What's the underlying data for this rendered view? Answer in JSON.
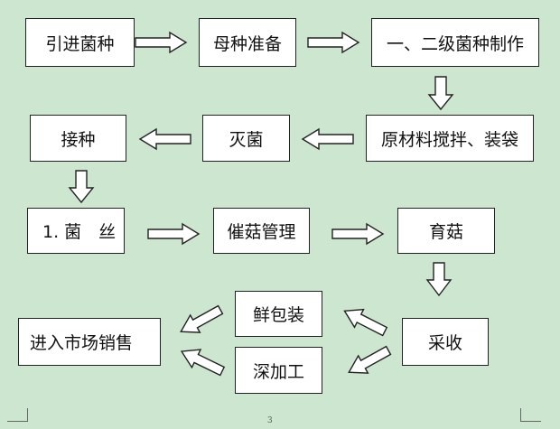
{
  "diagram": {
    "nodes": {
      "intro_strain": "引进菌种",
      "mother_strain": "母种准备",
      "strain_production": "一、二级菌种制作",
      "mix_bag": "原材料搅拌、装袋",
      "sterilize": "灭菌",
      "inoculate": "接种",
      "mycelium": "1. 菌　丝",
      "fruiting_mgmt": "催菇管理",
      "grow_mushroom": "育菇",
      "harvest": "采收",
      "fresh_pack": "鲜包装",
      "deep_process": "深加工",
      "market": "进入市场销售"
    },
    "arrow_color": "#222222",
    "page_number": "3"
  }
}
